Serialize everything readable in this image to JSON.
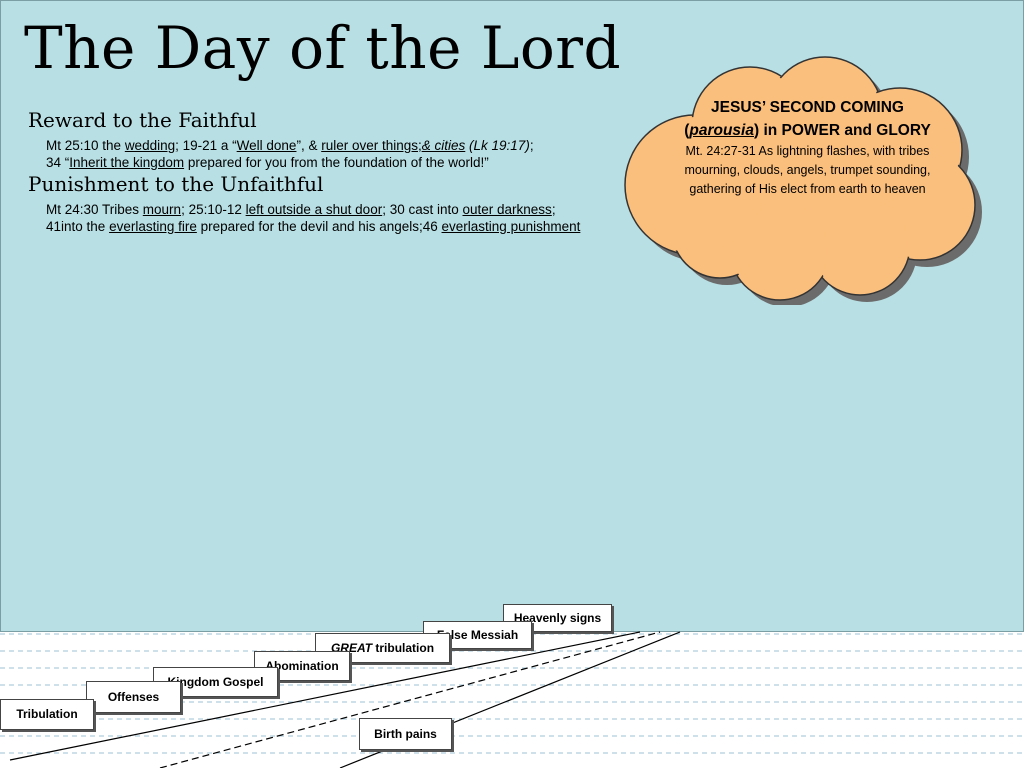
{
  "title": "The Day of the Lord",
  "reward": {
    "heading": "Reward to the Faithful",
    "l1_a": "Mt 25:10 the ",
    "l1_wedding": "wedding",
    "l1_b": "; 19-21 a “",
    "l1_well": "Well done",
    "l1_c": "”, & ",
    "l1_ruler": "ruler over things;",
    "l1_cities": "& cities",
    "l1_d": " (Lk 19:17)",
    "l1_e": ";",
    "l2_a": "34 “",
    "l2_inherit": "Inherit the kingdom",
    "l2_b": " prepared for you from the foundation of the world!”"
  },
  "punish": {
    "heading": "Punishment  to the Unfaithful",
    "a": "Mt 24:30 Tribes ",
    "mourn": "mourn",
    "b": "; 25:10-12 ",
    "shut": "left outside a shut door",
    "c": "; 30 cast into ",
    "outer": "outer darkness",
    "d": ";",
    "e": "41into the ",
    "fire": "everlasting fire",
    "f": " prepared for the devil and his angels;46 ",
    "punishment": "everlasting punishment"
  },
  "cloud": {
    "title_a": "JESUS’ SECOND COMING",
    "paren_open": "(",
    "parousia": "parousia",
    "title_b": ") in POWER and GLORY",
    "body": "Mt. 24:27-31 As lightning flashes, with tribes mourning, clouds, angels, trumpet sounding, gathering of His elect from earth to heaven",
    "fill": "#fbbf7d",
    "shadow": "#6b6b6b"
  },
  "timeline": {
    "tribulation": "Tribulation",
    "offenses": "Offenses",
    "kingdom_gospel": "Kingdom  Gospel",
    "abomination": "Abomination",
    "great": "GREAT",
    "great_rest": " tribulation",
    "false_messiah": "False Messiah",
    "heavenly_signs": "Heavenly signs",
    "birth_pains": "Birth pains"
  }
}
